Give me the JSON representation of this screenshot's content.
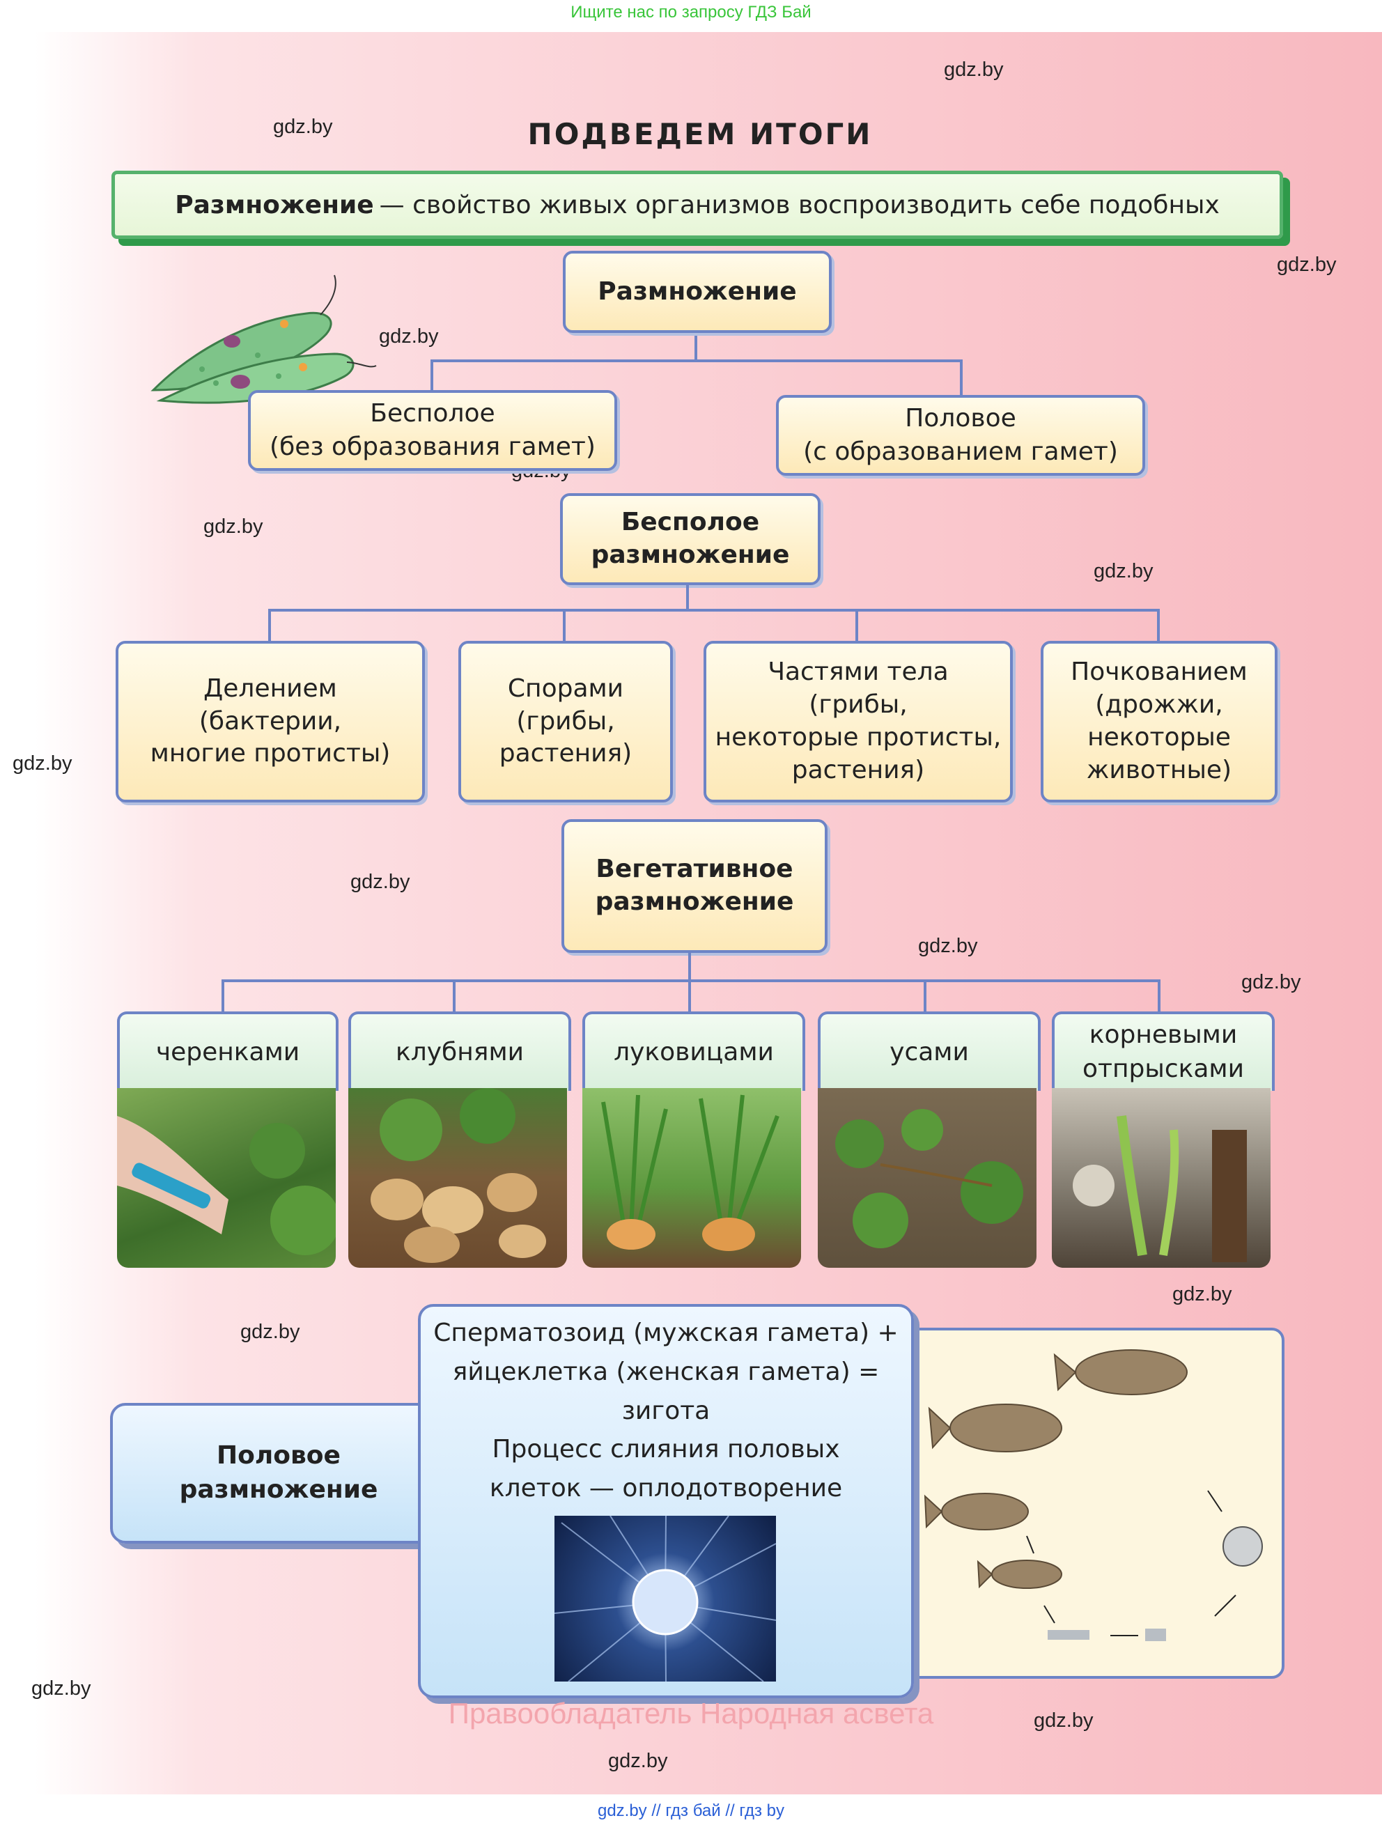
{
  "top_note": "Ищите нас по запросу ГДЗ Бай",
  "bottom_note": "gdz.by  //  гдз бай  //  гдз by",
  "watermark": "gdz.by",
  "title": "ПОДВЕДЕМ ИТОГИ",
  "definition": {
    "term": "Размножение",
    "text": "— свойство живых организмов воспроизводить себе подобных"
  },
  "reproduction": {
    "root": "Размножение",
    "asexual": {
      "line1": "Бесполое",
      "line2": "(без образования гамет)"
    },
    "sexual": {
      "line1": "Половое",
      "line2": "(с образованием гамет)"
    }
  },
  "asexual_block": {
    "title_line1": "Бесполое",
    "title_line2": "размножение",
    "types": [
      {
        "lines": [
          "Делением",
          "(бактерии,",
          "многие протисты)"
        ]
      },
      {
        "lines": [
          "Спорами",
          "(грибы,",
          "растения)"
        ]
      },
      {
        "lines": [
          "Частями тела",
          "(грибы,",
          "некоторые протисты,",
          "растения)"
        ]
      },
      {
        "lines": [
          "Почкованием",
          "(дрожжи,",
          "некоторые",
          "животные)"
        ]
      }
    ]
  },
  "vegetative_block": {
    "title_line1": "Вегетативное",
    "title_line2": "размножение",
    "types": [
      {
        "lines": [
          "черенками"
        ]
      },
      {
        "lines": [
          "клубнями"
        ]
      },
      {
        "lines": [
          "луковицами"
        ]
      },
      {
        "lines": [
          "усами"
        ]
      },
      {
        "lines": [
          "корневыми",
          "отпрысками"
        ]
      }
    ]
  },
  "sexual_block": {
    "title_line1": "Половое",
    "title_line2": "размножение",
    "text_lines": [
      "Сперматозоид (мужская гамета) +",
      "яйцеклетка (женская гамета) =",
      "зигота",
      "Процесс слияния половых",
      "клеток — оплодотворение"
    ]
  },
  "copyright": "Правообладатель Народная асвета",
  "colors": {
    "box_border": "#6d84c6",
    "green_border": "#55b26c",
    "note_green": "#39c53a",
    "note_blue": "#2a5fd6"
  }
}
